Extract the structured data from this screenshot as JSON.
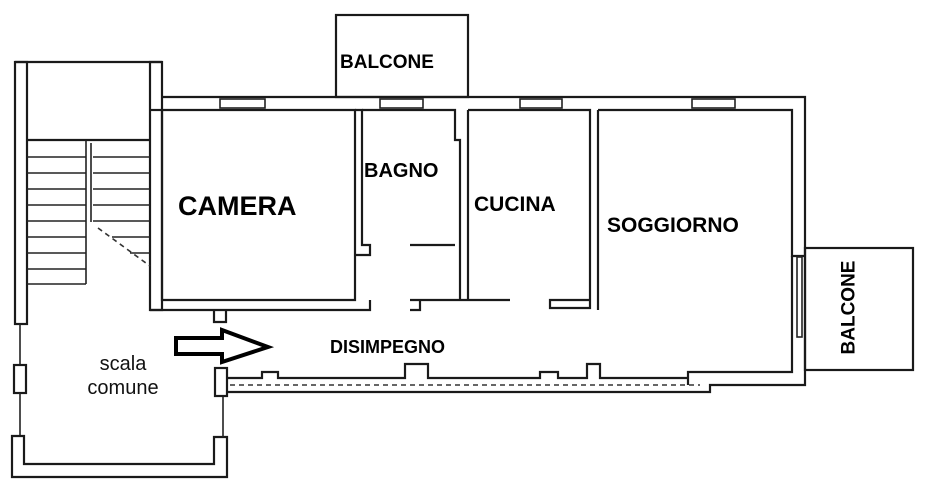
{
  "floor_plan": {
    "rooms": [
      {
        "id": "balcone_top",
        "label": "BALCONE"
      },
      {
        "id": "camera",
        "label": "CAMERA"
      },
      {
        "id": "bagno",
        "label": "BAGNO"
      },
      {
        "id": "cucina",
        "label": "CUCINA"
      },
      {
        "id": "soggiorno",
        "label": "SOGGIORNO"
      },
      {
        "id": "balcone_right",
        "label": "BALCONE"
      },
      {
        "id": "disimpegno",
        "label": "DISIMPEGNO"
      },
      {
        "id": "scala_comune",
        "label_line1": "scala",
        "label_line2": "comune"
      }
    ],
    "entrance_arrow": "arrow-right-outline",
    "colors": {
      "walls": "#1a1a1a",
      "background": "#ffffff",
      "text": "#000000"
    }
  }
}
